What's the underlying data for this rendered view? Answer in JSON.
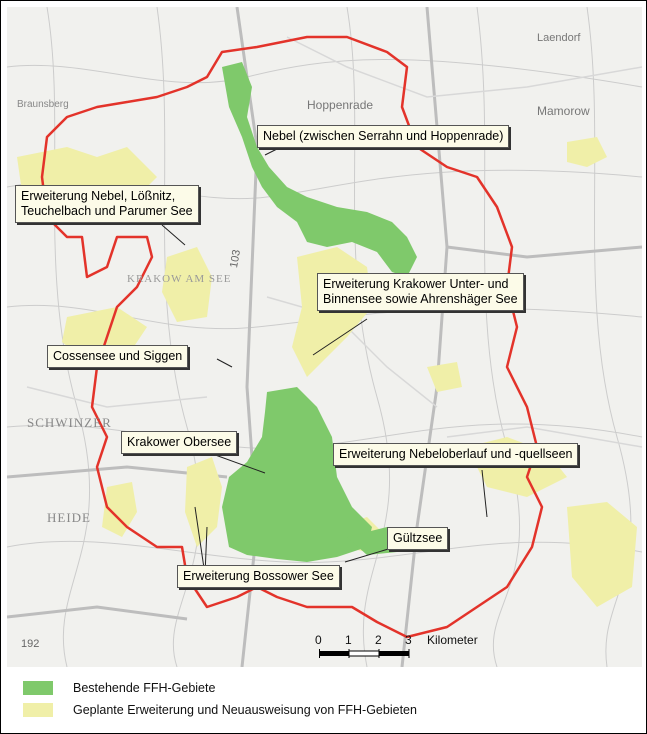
{
  "colors": {
    "existing": "#7fc96b",
    "planned": "#f0efa8",
    "boundary": "#e3332a"
  },
  "labels": {
    "nebel": "Nebel (zwischen Serrahn und Hoppenrade)",
    "erweiterung_nebel_l1": "Erweiterung Nebel, Lößnitz,",
    "erweiterung_nebel_l2": "Teuchelbach und Parumer See",
    "krakower_unter_l1": "Erweiterung Krakower Unter- und",
    "krakower_unter_l2": "Binnensee sowie Ahrenshäger See",
    "cossensee": "Cossensee und Siggen",
    "krakower_obersee": "Krakower Obersee",
    "nebeloberlauf": "Erweiterung Nebeloberlauf und -quellseen",
    "gueltzsee": "Gültzsee",
    "bossower": "Erweiterung Bossower See"
  },
  "basemap_text": {
    "laendorf": "Laendorf",
    "hoppenrade": "Hoppenrade",
    "mamorow": "Mamorow",
    "braunsberg": "Braunsberg",
    "schwinzer": "SCHWINZER",
    "heide": "HEIDE",
    "road_103": "103",
    "road_192": "192",
    "krakow": "KRAKOW AM SEE"
  },
  "scale": {
    "ticks": [
      "0",
      "1",
      "2",
      "3"
    ],
    "unit": "Kilometer"
  },
  "legend": {
    "existing": "Bestehende FFH-Gebiete",
    "planned": "Geplante Erweiterung und Neuausweisung von FFH-Gebieten"
  }
}
